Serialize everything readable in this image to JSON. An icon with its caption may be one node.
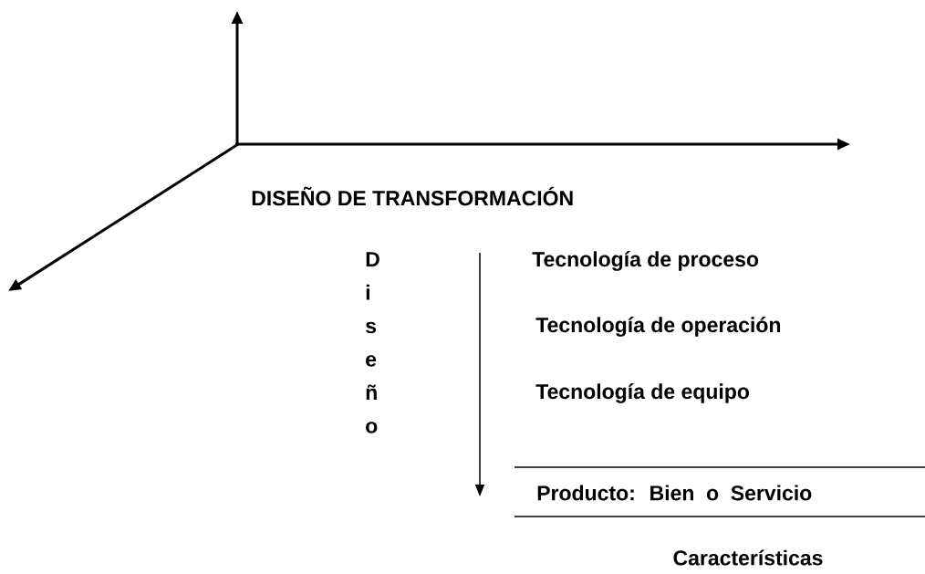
{
  "diagram": {
    "labels": [
      "DISEÑO DE TRANSFORMACIÓN",
      "Diseño",
      "Tecnología de proceso",
      "Tecnología de operación",
      "Tecnología de equipo",
      "Producto: Bien o Servicio",
      "Características"
    ]
  }
}
